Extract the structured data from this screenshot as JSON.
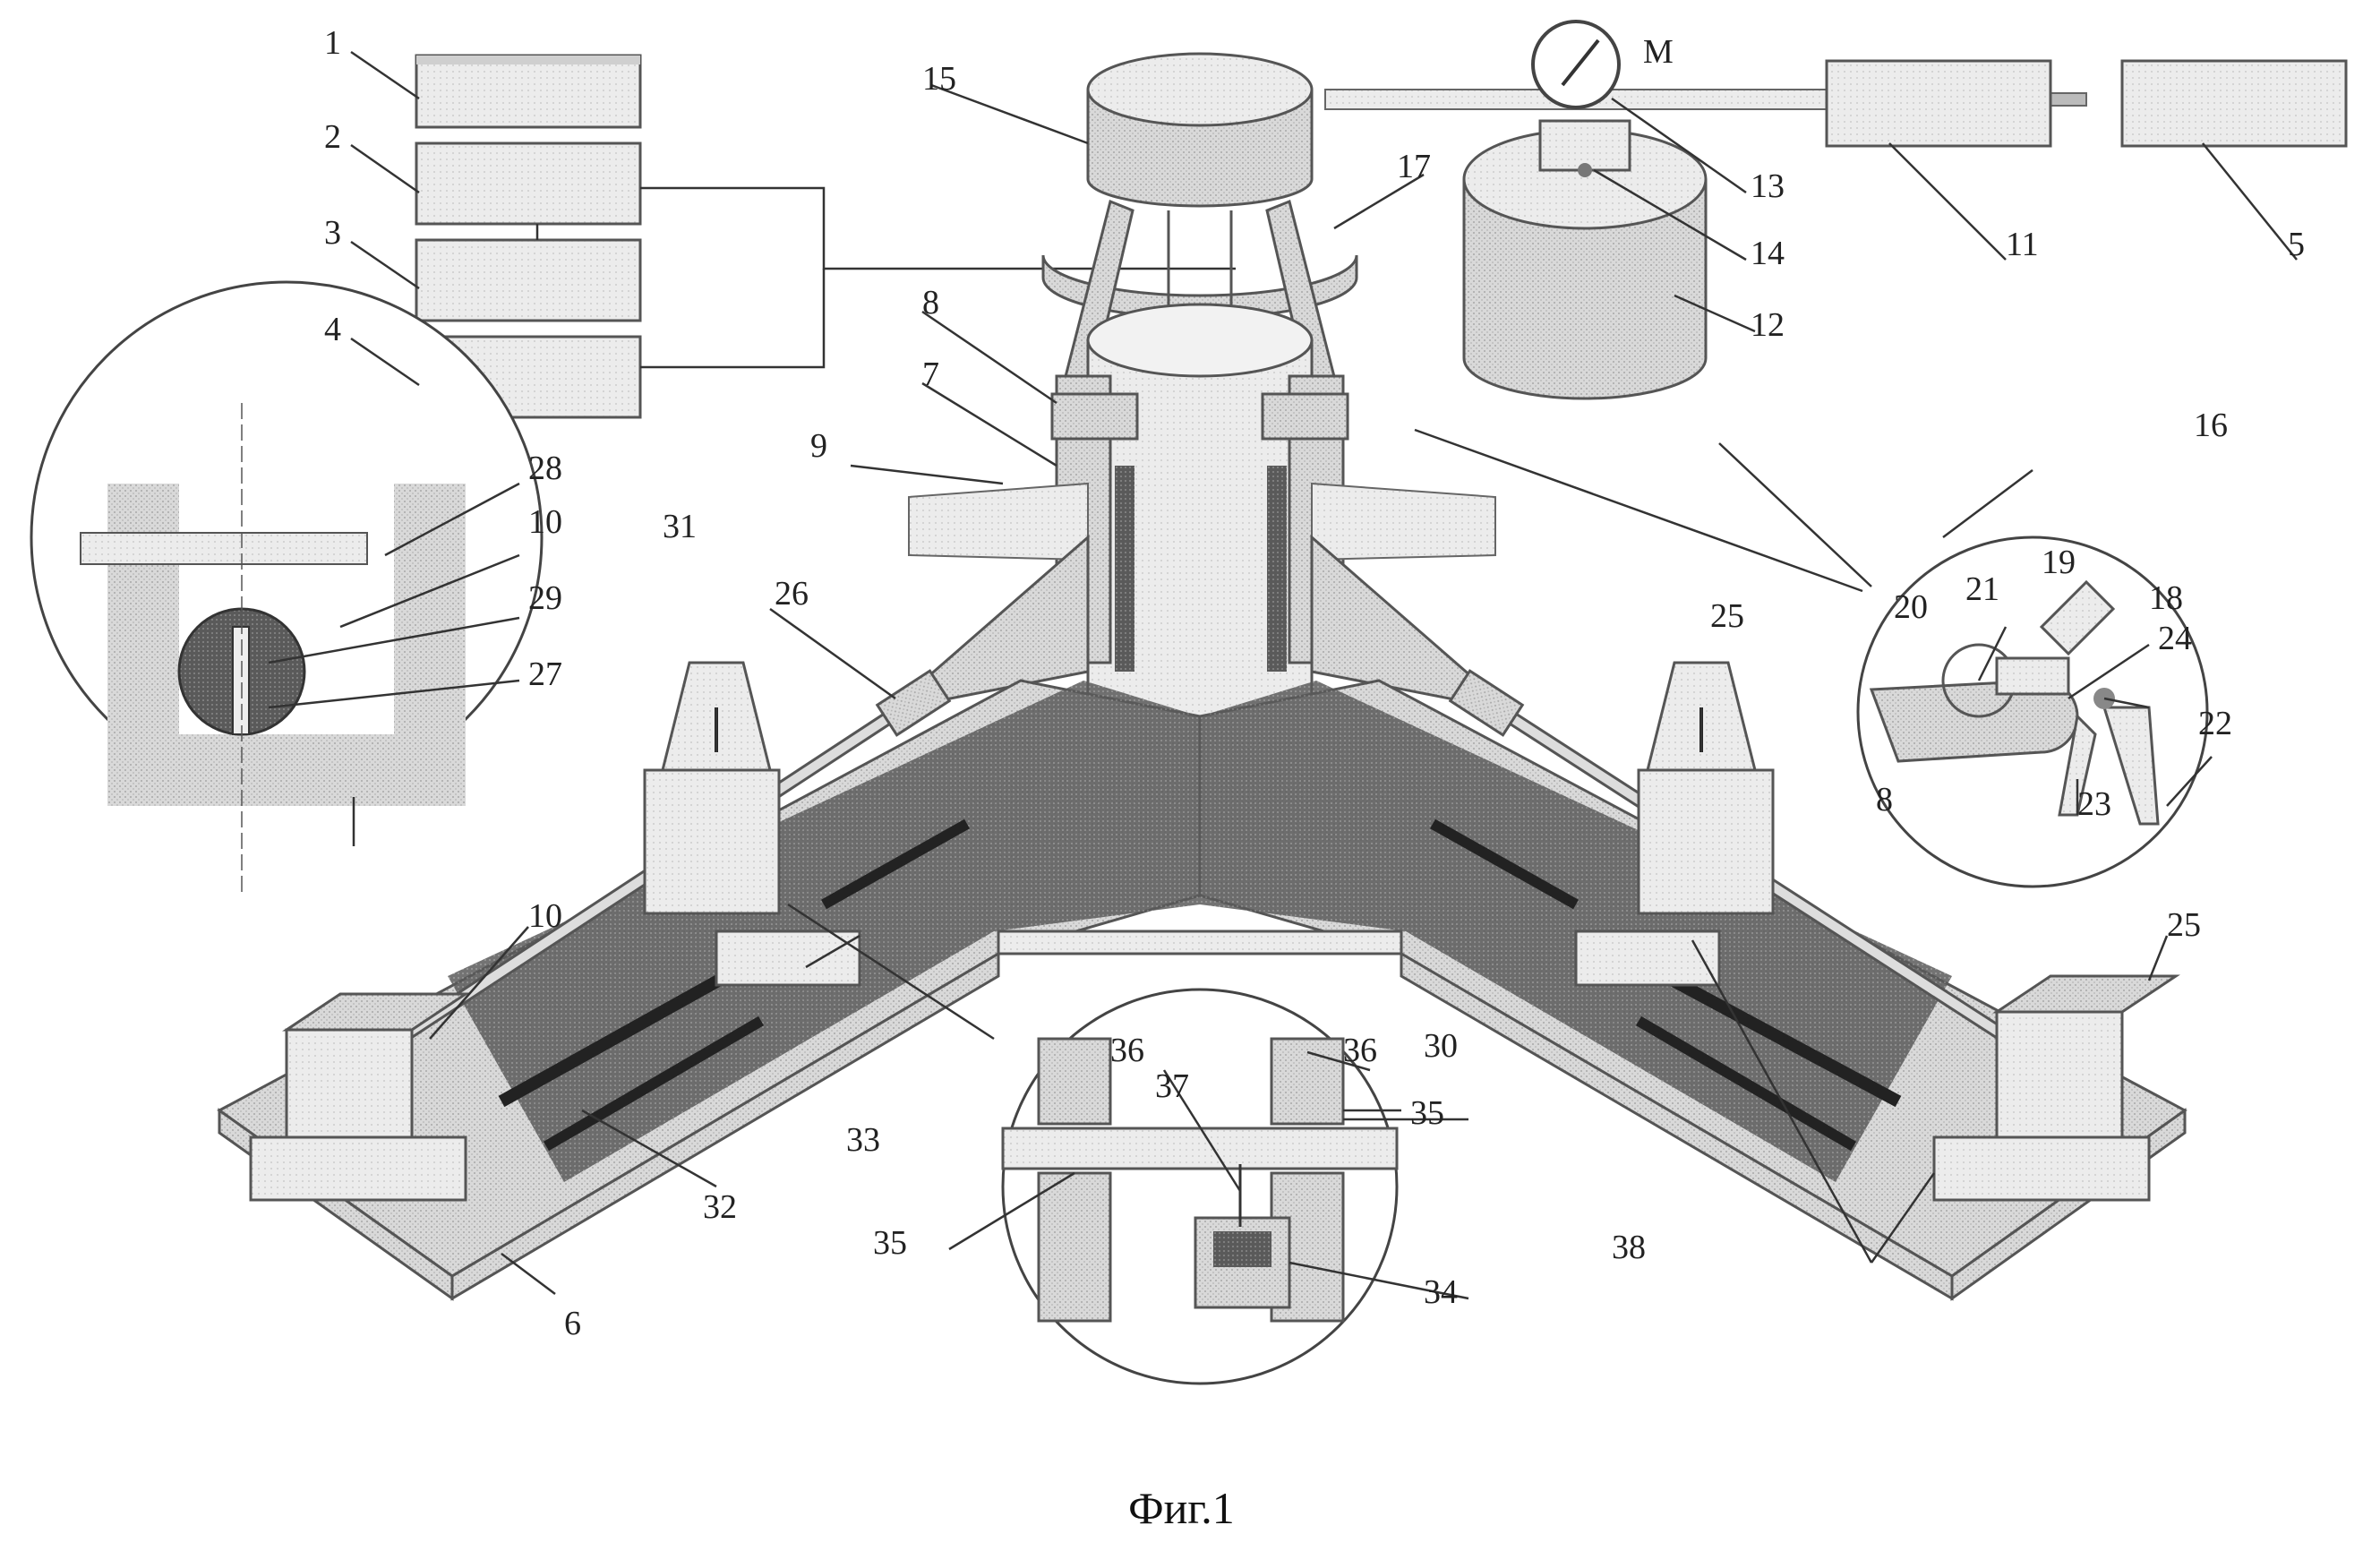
{
  "figure": {
    "caption": "Фиг.1",
    "gauge_letter": "M",
    "reference_numerals": {
      "n1": "1",
      "n2": "2",
      "n3": "3",
      "n4": "4",
      "n5": "5",
      "n6": "6",
      "n7": "7",
      "n8": "8",
      "n8b": "8",
      "n9": "9",
      "n10": "10",
      "n10b": "10",
      "n11": "11",
      "n12": "12",
      "n13": "13",
      "n14": "14",
      "n15": "15",
      "n16": "16",
      "n17": "17",
      "n18": "18",
      "n19": "19",
      "n20": "20",
      "n21": "21",
      "n22": "22",
      "n23": "23",
      "n24": "24",
      "n25": "25",
      "n25b": "25",
      "n26": "26",
      "n27": "27",
      "n28": "28",
      "n29": "29",
      "n30": "30",
      "n31": "31",
      "n32": "32",
      "n33": "33",
      "n34": "34",
      "n35": "35",
      "n35b": "35",
      "n36": "36",
      "n36b": "36",
      "n37": "37",
      "n38": "38"
    }
  }
}
